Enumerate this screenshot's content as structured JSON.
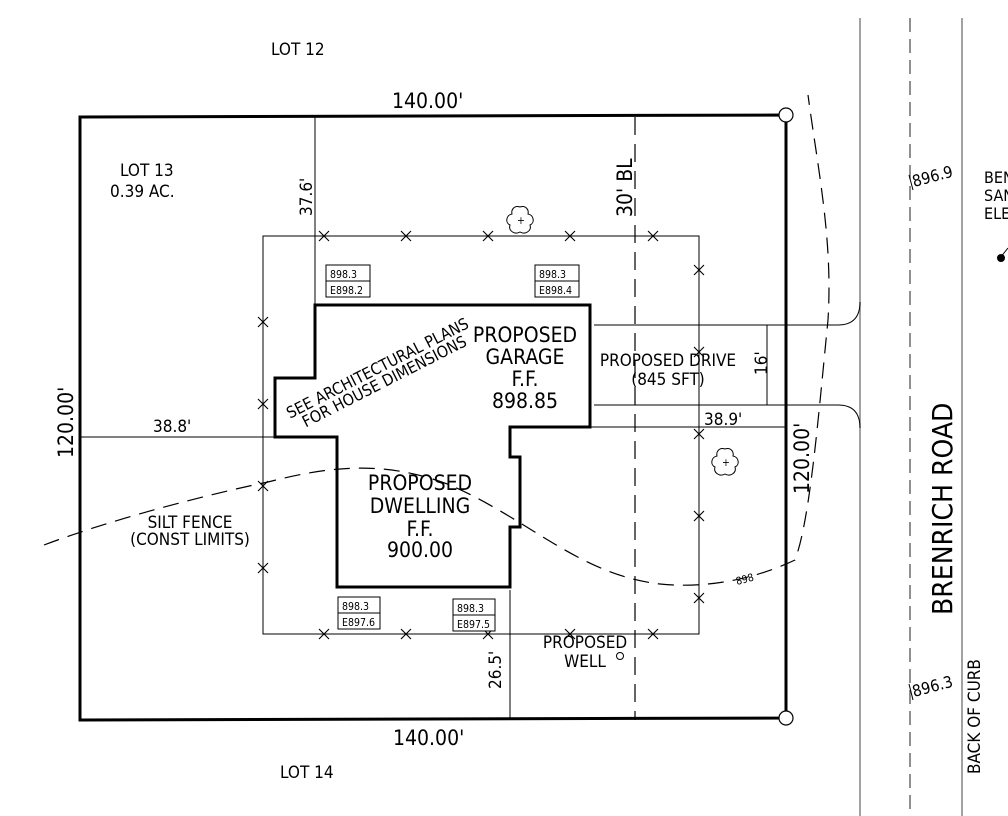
{
  "lots": {
    "north": "LOT 12",
    "subject_name": "LOT 13",
    "subject_area": "0.39 AC.",
    "south": "LOT 14"
  },
  "dimensions": {
    "top": "140.00'",
    "bottom": "140.00'",
    "left": "120.00'",
    "right": "120.00'",
    "front_setback": "37.6'",
    "side_left": "38.8'",
    "side_right": "38.9'",
    "rear": "26.5'",
    "drive_width": "16'"
  },
  "building_line": "30' BL",
  "garage": {
    "line1": "PROPOSED",
    "line2": "GARAGE",
    "line3": "F.F.",
    "ff": "898.85"
  },
  "dwelling": {
    "line1": "PROPOSED",
    "line2": "DWELLING",
    "line3": "F.F.",
    "ff": "900.00"
  },
  "drive": {
    "line1": "PROPOSED DRIVE",
    "line2": "(845 SFT)"
  },
  "well": {
    "line1": "PROPOSED",
    "line2": "WELL"
  },
  "note": {
    "line1": "SEE ARCHITECTURAL PLANS",
    "line2": "FOR HOUSE DIMENSIONS"
  },
  "silt_fence": {
    "line1": "SILT FENCE",
    "line2": "(CONST LIMITS)"
  },
  "contour": "898",
  "elevation_tags": [
    {
      "prop": "898.3",
      "exist": "E898.2"
    },
    {
      "prop": "898.3",
      "exist": "E898.4"
    },
    {
      "prop": "898.3",
      "exist": "E897.6"
    },
    {
      "prop": "898.3",
      "exist": "E897.5"
    }
  ],
  "spot_elevations": {
    "north": "896.9",
    "south": "896.3"
  },
  "road": {
    "name": "BRENRICH ROAD",
    "curb": "BACK OF CURB"
  },
  "benchmark": {
    "line1": "BEN",
    "line2": "SAN",
    "line3": "ELE"
  }
}
